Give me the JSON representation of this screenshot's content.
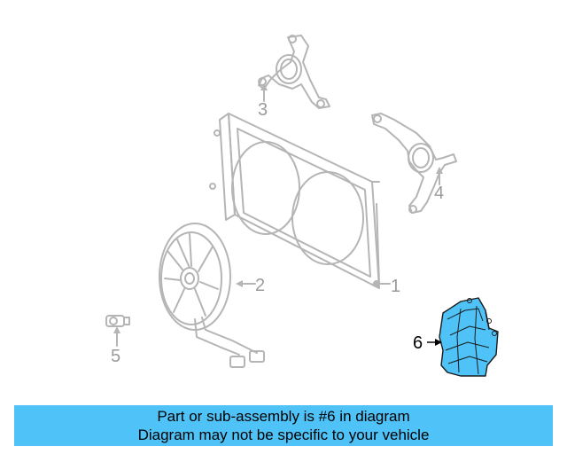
{
  "callouts": {
    "c1": "1",
    "c2": "2",
    "c3": "3",
    "c4": "4",
    "c5": "5",
    "c6": "6"
  },
  "highlight_color": "#4fc3f7",
  "banner": {
    "line1": "Part or sub-assembly is #6 in diagram",
    "line2": "Diagram may not be specific to your vehicle"
  }
}
